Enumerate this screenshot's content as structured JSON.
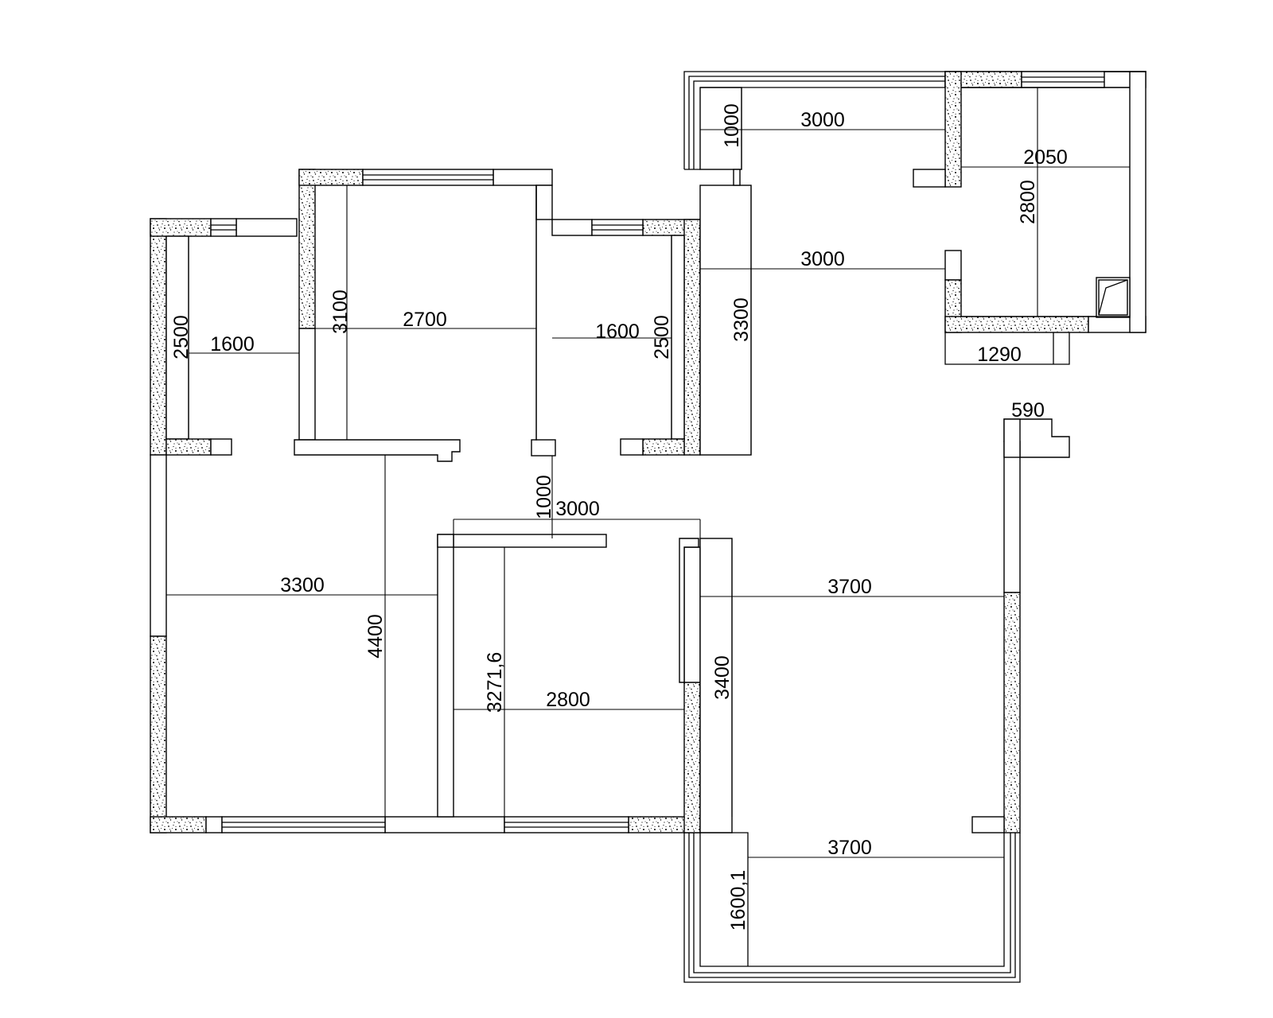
{
  "plan": {
    "dimensions": [
      {
        "id": "d-3000-top",
        "text": "3000"
      },
      {
        "id": "d-1000-top",
        "text": "1000"
      },
      {
        "id": "d-2050",
        "text": "2050"
      },
      {
        "id": "d-2800-kitchen",
        "text": "2800"
      },
      {
        "id": "d-3000-mid",
        "text": "3000"
      },
      {
        "id": "d-3300-hall",
        "text": "3300"
      },
      {
        "id": "d-1290",
        "text": "1290"
      },
      {
        "id": "d-2500-left",
        "text": "2500"
      },
      {
        "id": "d-1600-left",
        "text": "1600"
      },
      {
        "id": "d-3100",
        "text": "3100"
      },
      {
        "id": "d-2700",
        "text": "2700"
      },
      {
        "id": "d-1600-right",
        "text": "1600"
      },
      {
        "id": "d-2500-right",
        "text": "2500"
      },
      {
        "id": "d-590",
        "text": "590"
      },
      {
        "id": "d-1000-corridor",
        "text": "1000"
      },
      {
        "id": "d-3000-corridor",
        "text": "3000"
      },
      {
        "id": "d-3300-bedroom",
        "text": "3300"
      },
      {
        "id": "d-4400",
        "text": "4400"
      },
      {
        "id": "d-3271",
        "text": "3271,6"
      },
      {
        "id": "d-2800-bedroom",
        "text": "2800"
      },
      {
        "id": "d-3400",
        "text": "3400"
      },
      {
        "id": "d-3700-living",
        "text": "3700"
      },
      {
        "id": "d-3700-balcony",
        "text": "3700"
      },
      {
        "id": "d-1600-1",
        "text": "1600,1"
      }
    ]
  }
}
